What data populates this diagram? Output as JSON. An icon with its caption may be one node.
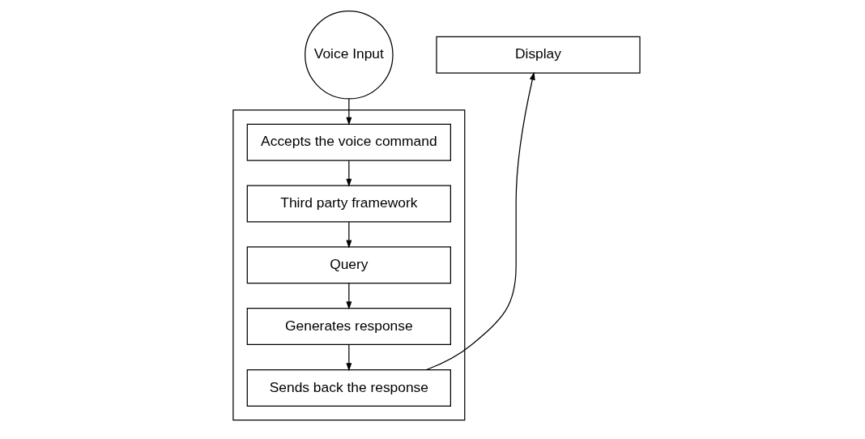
{
  "diagram": {
    "nodes": [
      {
        "text": [
          "Voice Input"
        ]
      },
      {
        "text": [],
        "shape": "box"
      },
      {
        "text": [
          "Accepts the voice command"
        ],
        "in": 1
      },
      {
        "text": [
          "Third party framework"
        ],
        "in": 1
      },
      {
        "text": [
          "Query"
        ],
        "in": 1
      },
      {
        "text": [
          "Generates response"
        ],
        "in": 1
      },
      {
        "text": [
          "Sends back the response"
        ],
        "in": 1
      },
      {
        "text": [
          "Display"
        ]
      }
    ],
    "edges": [
      {
        "from": 0,
        "to": 2,
        "arrow": "to"
      },
      {
        "from": 2,
        "to": 3,
        "arrow": "to"
      },
      {
        "from": 3,
        "to": 4,
        "arrow": "to"
      },
      {
        "from": 4,
        "to": 5,
        "arrow": "to"
      },
      {
        "from": 5,
        "to": 6,
        "arrow": "to"
      },
      {
        "from": 6,
        "to": 7,
        "arrow": "to"
      }
    ]
  }
}
